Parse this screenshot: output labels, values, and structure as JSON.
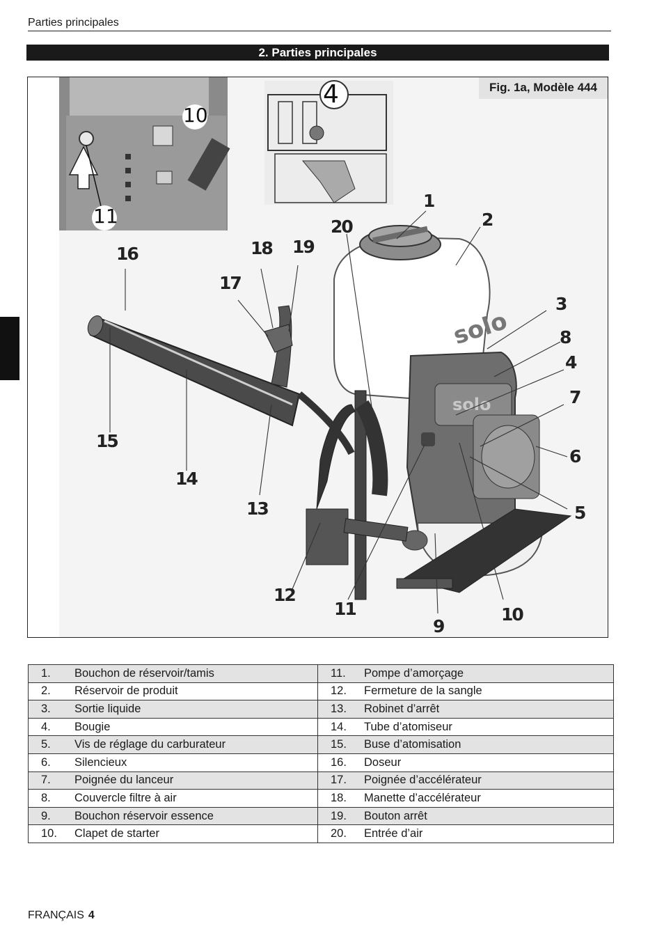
{
  "running_header": "Parties principales",
  "section_title": "2. Parties principales",
  "figure": {
    "caption": "Fig. 1a, Modèle 444",
    "brand_logo": "solo",
    "callouts": [
      "1",
      "2",
      "3",
      "4",
      "5",
      "6",
      "7",
      "8",
      "9",
      "10",
      "11",
      "12",
      "13",
      "14",
      "15",
      "16",
      "17",
      "18",
      "19",
      "20"
    ],
    "inset_labels": [
      "10",
      "11",
      "4"
    ]
  },
  "parts": [
    {
      "num": "1.",
      "label": "Bouchon de réservoir/tamis"
    },
    {
      "num": "2.",
      "label": "Réservoir de produit"
    },
    {
      "num": "3.",
      "label": "Sortie liquide"
    },
    {
      "num": "4.",
      "label": "Bougie"
    },
    {
      "num": "5.",
      "label": "Vis de réglage du carburateur"
    },
    {
      "num": "6.",
      "label": "Silencieux"
    },
    {
      "num": "7.",
      "label": "Poignée du lanceur"
    },
    {
      "num": "8.",
      "label": "Couvercle filtre à air"
    },
    {
      "num": "9.",
      "label": "Bouchon réservoir essence"
    },
    {
      "num": "10.",
      "label": "Clapet de starter"
    },
    {
      "num": "11.",
      "label": "Pompe d’amorçage"
    },
    {
      "num": "12.",
      "label": "Fermeture de la sangle"
    },
    {
      "num": "13.",
      "label": "Robinet d’arrêt"
    },
    {
      "num": "14.",
      "label": "Tube d’atomiseur"
    },
    {
      "num": "15.",
      "label": "Buse d’atomisation"
    },
    {
      "num": "16.",
      "label": "Doseur"
    },
    {
      "num": "17.",
      "label": "Poignée d’accélérateur"
    },
    {
      "num": "18.",
      "label": "Manette d’accélérateur"
    },
    {
      "num": "19.",
      "label": "Bouton arrêt"
    },
    {
      "num": "20.",
      "label": "Entrée d’air"
    }
  ],
  "footer": {
    "language": "FRANÇAIS",
    "page": "4"
  }
}
